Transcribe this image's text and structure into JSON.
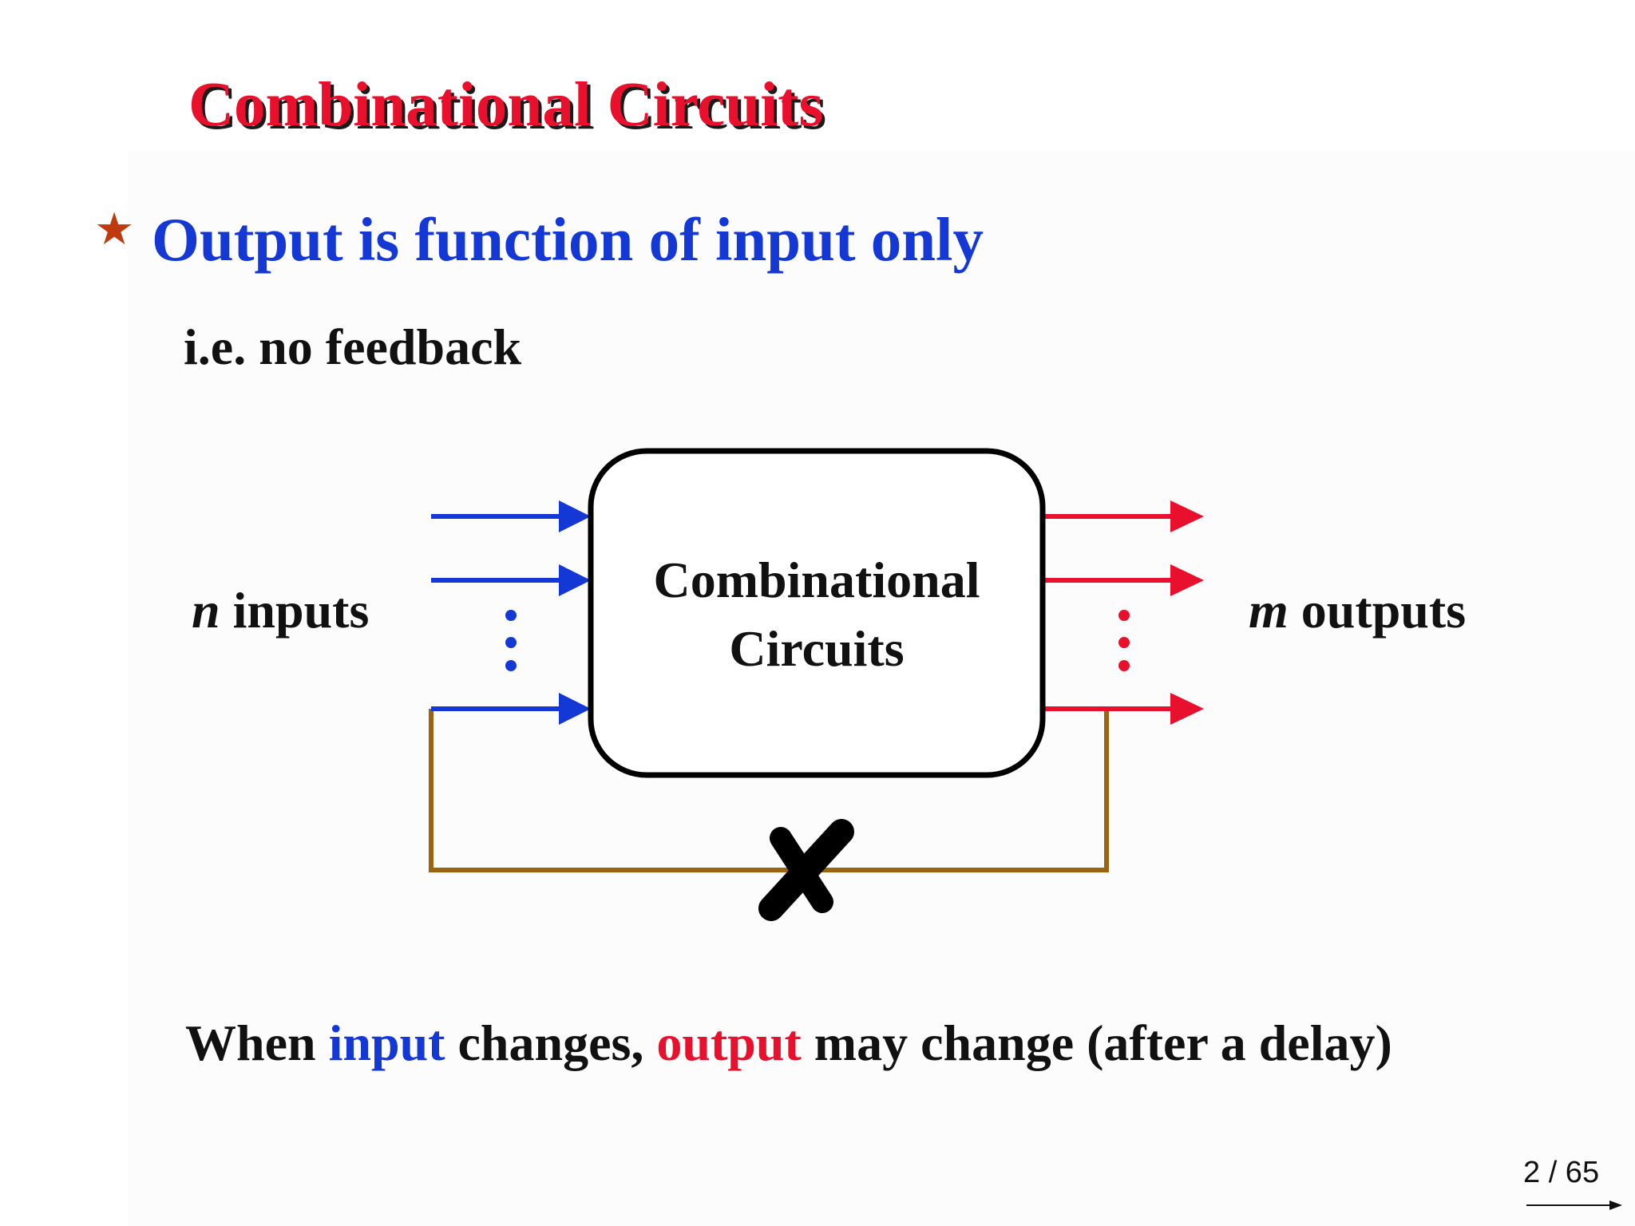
{
  "slide": {
    "title": "Combinational Circuits",
    "bullet": "Output is function of input only",
    "sub_point": "i.e. no feedback",
    "bottom": {
      "part1": "When ",
      "input_word": "input",
      "part2": " changes, ",
      "output_word": "output",
      "part3": " may change (after a delay)"
    }
  },
  "diagram": {
    "box_line1": "Combinational",
    "box_line2": "Circuits",
    "inputs_var": "n",
    "inputs_word": " inputs",
    "outputs_var": "m",
    "outputs_word": " outputs"
  },
  "pager": {
    "text": "2 / 65"
  },
  "colors": {
    "title": "#e8102c",
    "bullet": "#1438d6",
    "input_arrows": "#1438d6",
    "output_arrows": "#e8102c",
    "feedback_loop": "#9a6410",
    "star": "#c03a10"
  },
  "icons": {
    "bullet": "star-icon",
    "blocked": "cross-mark-icon",
    "next": "arrow-right-icon"
  }
}
